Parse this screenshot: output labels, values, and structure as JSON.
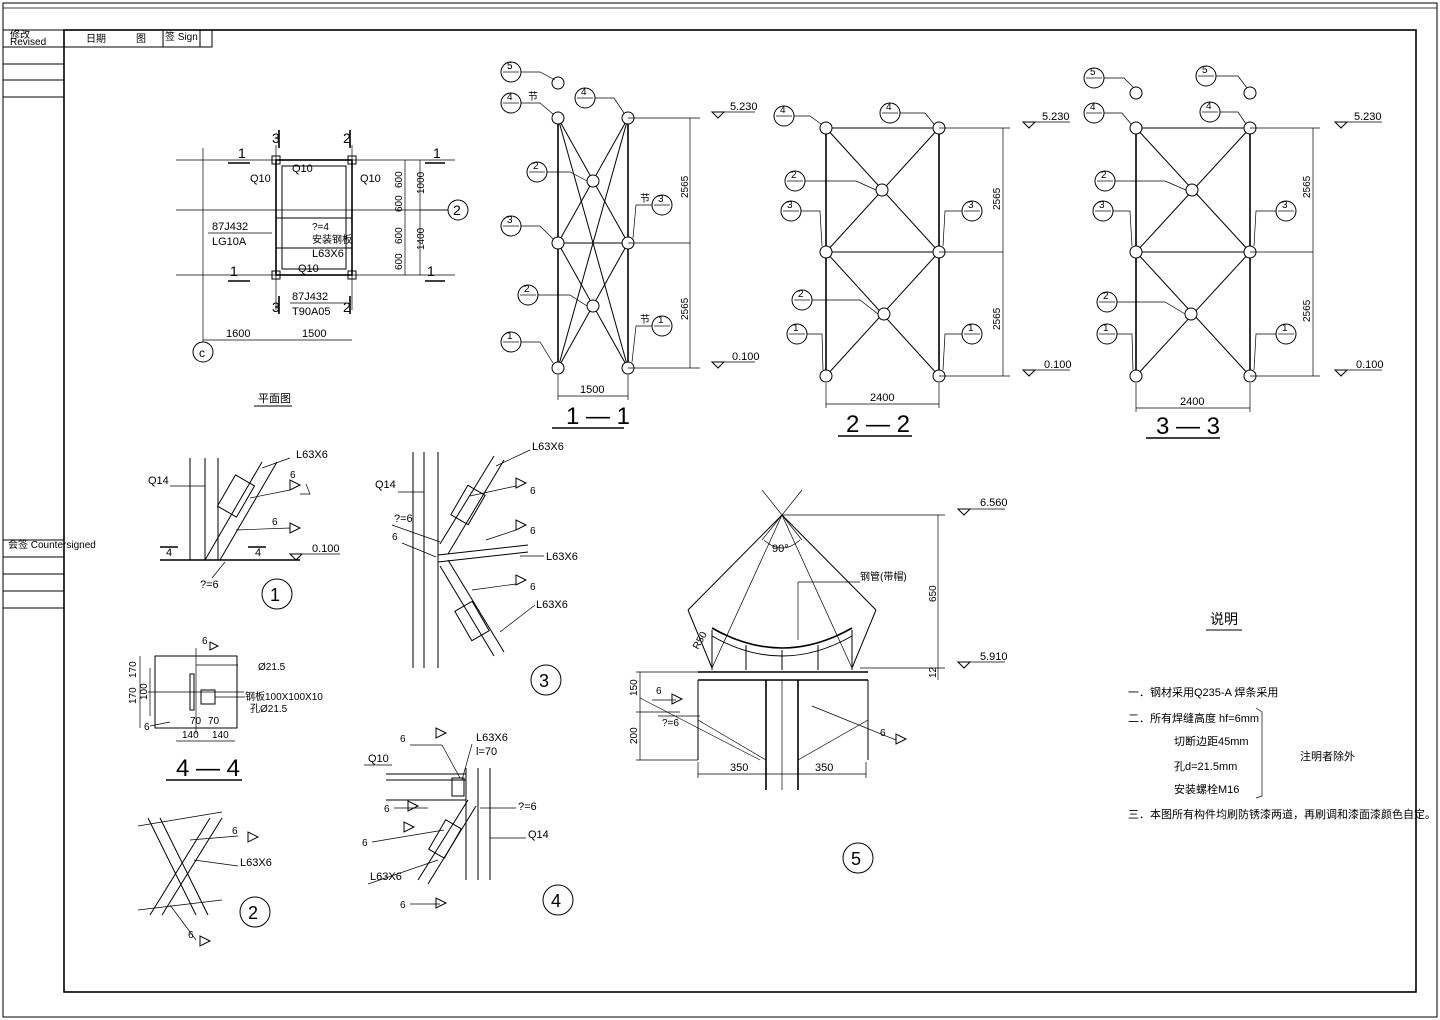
{
  "title_block": {
    "revised_cn": "修改",
    "revised_en": "Revised",
    "date_col": "日期",
    "id_col": "图",
    "sign_col": "签 Sign",
    "countersigned": "会签 Countersigned"
  },
  "plan": {
    "caption": "平面图",
    "grid_c": "c",
    "grid_2": "2",
    "sec1": "1",
    "sec2": "2",
    "sec3": "3",
    "q10": "Q10",
    "ref1": "87J432",
    "ref1b": "LG10A",
    "ref2": "87J432",
    "ref2b": "T90A05",
    "note_t": "?=4",
    "note_cn": "安装钢板",
    "note_l": "L63X6",
    "dims": [
      "600",
      "1000",
      "600",
      "600",
      "600",
      "1400",
      "600"
    ],
    "dim1600": "1600",
    "dim1500": "1500"
  },
  "elevations": {
    "e11": {
      "label": "1 — 1",
      "top": "5.230",
      "bot": "0.100",
      "h1": "2565",
      "h2": "2565",
      "w": "1500"
    },
    "e22": {
      "label": "2 — 2",
      "top": "5.230",
      "bot": "0.100",
      "h1": "2565",
      "h2": "2565",
      "w": "2400"
    },
    "e33": {
      "label": "3 — 3",
      "top": "5.230",
      "bot": "0.100",
      "h1": "2565",
      "h2": "2565",
      "w": "2400"
    },
    "mark_parts": [
      "1",
      "2",
      "3",
      "4",
      "5"
    ],
    "mark_tag": "节"
  },
  "details": {
    "d1": {
      "num": "1",
      "q": "Q14",
      "l": "L63X6",
      "w": "6",
      "t": "?=6",
      "s": "4",
      "el": "0.100"
    },
    "d2": {
      "num": "2",
      "l": "L63X6",
      "w": "6"
    },
    "d3": {
      "num": "3",
      "q": "Q14",
      "l": "L63X6",
      "w": "6",
      "t": "?=6"
    },
    "d4": {
      "num": "4",
      "q10": "Q10",
      "q14": "Q14",
      "l": "L63X6",
      "len": "l=70",
      "w": "6",
      "t": "?=6"
    },
    "d44": {
      "label": "4 — 4",
      "hole": "Ø21.5",
      "plate": "钢板100X100X10",
      "hole2": "孔Ø21.5",
      "d170a": "170",
      "d170b": "170",
      "d100": "100",
      "d70a": "70",
      "d70b": "70",
      "d140a": "140",
      "d140b": "140",
      "w": "6"
    },
    "d5": {
      "num": "5",
      "angle": "90°",
      "pipe": "钢管(带帽)",
      "top": "6.560",
      "mid": "5.910",
      "h650": "650",
      "h12": "12",
      "d150": "150",
      "d200": "200",
      "r": "R50",
      "t": "?=6",
      "w": "6",
      "w350a": "350",
      "w350b": "350"
    }
  },
  "notes": {
    "title": "说明",
    "n1": "一．钢材采用Q235-A  焊条采用",
    "n2": "二．所有焊缝高度 hf=6mm",
    "n2a": "切断边距45mm",
    "n2b": "孔d=21.5mm",
    "n2c": "安装螺栓M16",
    "n2side": "注明者除外",
    "n3": "三．本图所有构件均刷防锈漆两道，再刷调和漆面漆颜色自定。"
  }
}
